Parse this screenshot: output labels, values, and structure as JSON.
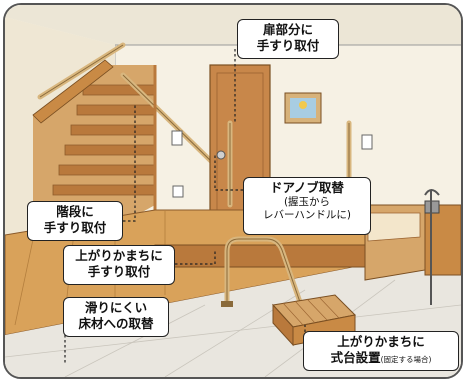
{
  "callouts": {
    "door_handrail": {
      "line1": "扉部分に",
      "line2": "手すり取付"
    },
    "stairs_handrail": {
      "line1": "階段に",
      "line2": "手すり取付"
    },
    "doorknob": {
      "line1": "ドアノブ取替",
      "line2": "(握玉から",
      "line3": "レバーハンドルに)"
    },
    "step_handrail": {
      "line1": "上がりかまちに",
      "line2": "手すり取付"
    },
    "floor": {
      "line1": "滑りにくい",
      "line2": "床材への取替"
    },
    "step_platform": {
      "line1": "上がりかまちに",
      "line2": "式台設置",
      "note": "(固定する場合)"
    }
  },
  "colors": {
    "wall": "#f6f1e4",
    "floor": "#d9a25a",
    "wood": "#c98a45",
    "door": "#c8874a",
    "stairs": "#b9793c",
    "tile": "#e9e6df",
    "handrail": "#d8b67e"
  }
}
